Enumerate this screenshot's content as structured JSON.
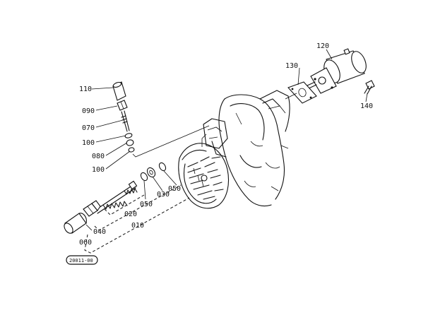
{
  "diagram": {
    "callouts": [
      {
        "id": "c110",
        "text": "110"
      },
      {
        "id": "c090",
        "text": "090"
      },
      {
        "id": "c070",
        "text": "070"
      },
      {
        "id": "c100a",
        "text": "100"
      },
      {
        "id": "c080",
        "text": "080"
      },
      {
        "id": "c100b",
        "text": "100"
      },
      {
        "id": "c050a",
        "text": "050"
      },
      {
        "id": "c030",
        "text": "030"
      },
      {
        "id": "c050b",
        "text": "050"
      },
      {
        "id": "c020",
        "text": "020"
      },
      {
        "id": "c010",
        "text": "010"
      },
      {
        "id": "c040",
        "text": "040"
      },
      {
        "id": "c060",
        "text": "060"
      },
      {
        "id": "c120",
        "text": "120"
      },
      {
        "id": "c130",
        "text": "130"
      },
      {
        "id": "c140",
        "text": "140"
      }
    ],
    "stamp": "20011-00"
  }
}
